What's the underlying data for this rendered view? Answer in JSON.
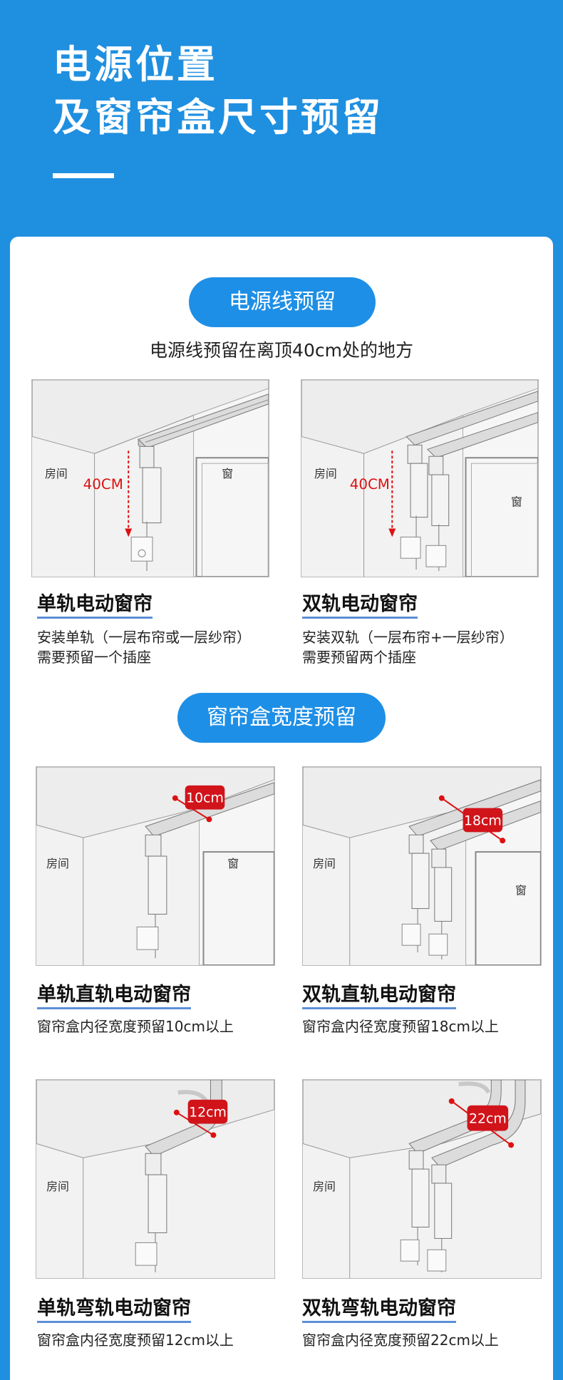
{
  "header": {
    "title_line1": "电源位置",
    "title_line2": "及窗帘盒尺寸预留"
  },
  "section1": {
    "pill": "电源线预留",
    "subtitle": "电源线预留在离顶40cm处的地方",
    "items": [
      {
        "room": "房间",
        "window": "窗",
        "measure": "40CM",
        "title": "单轨电动窗帘",
        "desc_line1": "安装单轨（一层布帘或一层纱帘）",
        "desc_line2": "需要预留一个插座"
      },
      {
        "room": "房间",
        "window": "窗",
        "measure": "40CM",
        "title": "双轨电动窗帘",
        "desc_line1": "安装双轨（一层布帘+一层纱帘）",
        "desc_line2": "需要预留两个插座"
      }
    ]
  },
  "section2": {
    "pill": "窗帘盒宽度预留",
    "items": [
      {
        "room": "房间",
        "window": "窗",
        "badge": "10cm",
        "title": "单轨直轨电动窗帘",
        "desc": "窗帘盒内径宽度预留10cm以上"
      },
      {
        "room": "房间",
        "window": "窗",
        "badge": "18cm",
        "title": "双轨直轨电动窗帘",
        "desc": "窗帘盒内径宽度预留18cm以上"
      },
      {
        "room": "房间",
        "badge": "12cm",
        "title": "单轨弯轨电动窗帘",
        "desc": "窗帘盒内径宽度预留12cm以上"
      },
      {
        "room": "房间",
        "badge": "22cm",
        "title": "双轨弯轨电动窗帘",
        "desc": "窗帘盒内径宽度预留22cm以上"
      }
    ]
  },
  "colors": {
    "brand_blue": "#1f8fe0",
    "pill_blue": "#1e8fe6",
    "badge_red": "#d1141a",
    "underline_blue": "#5c8fd6"
  }
}
